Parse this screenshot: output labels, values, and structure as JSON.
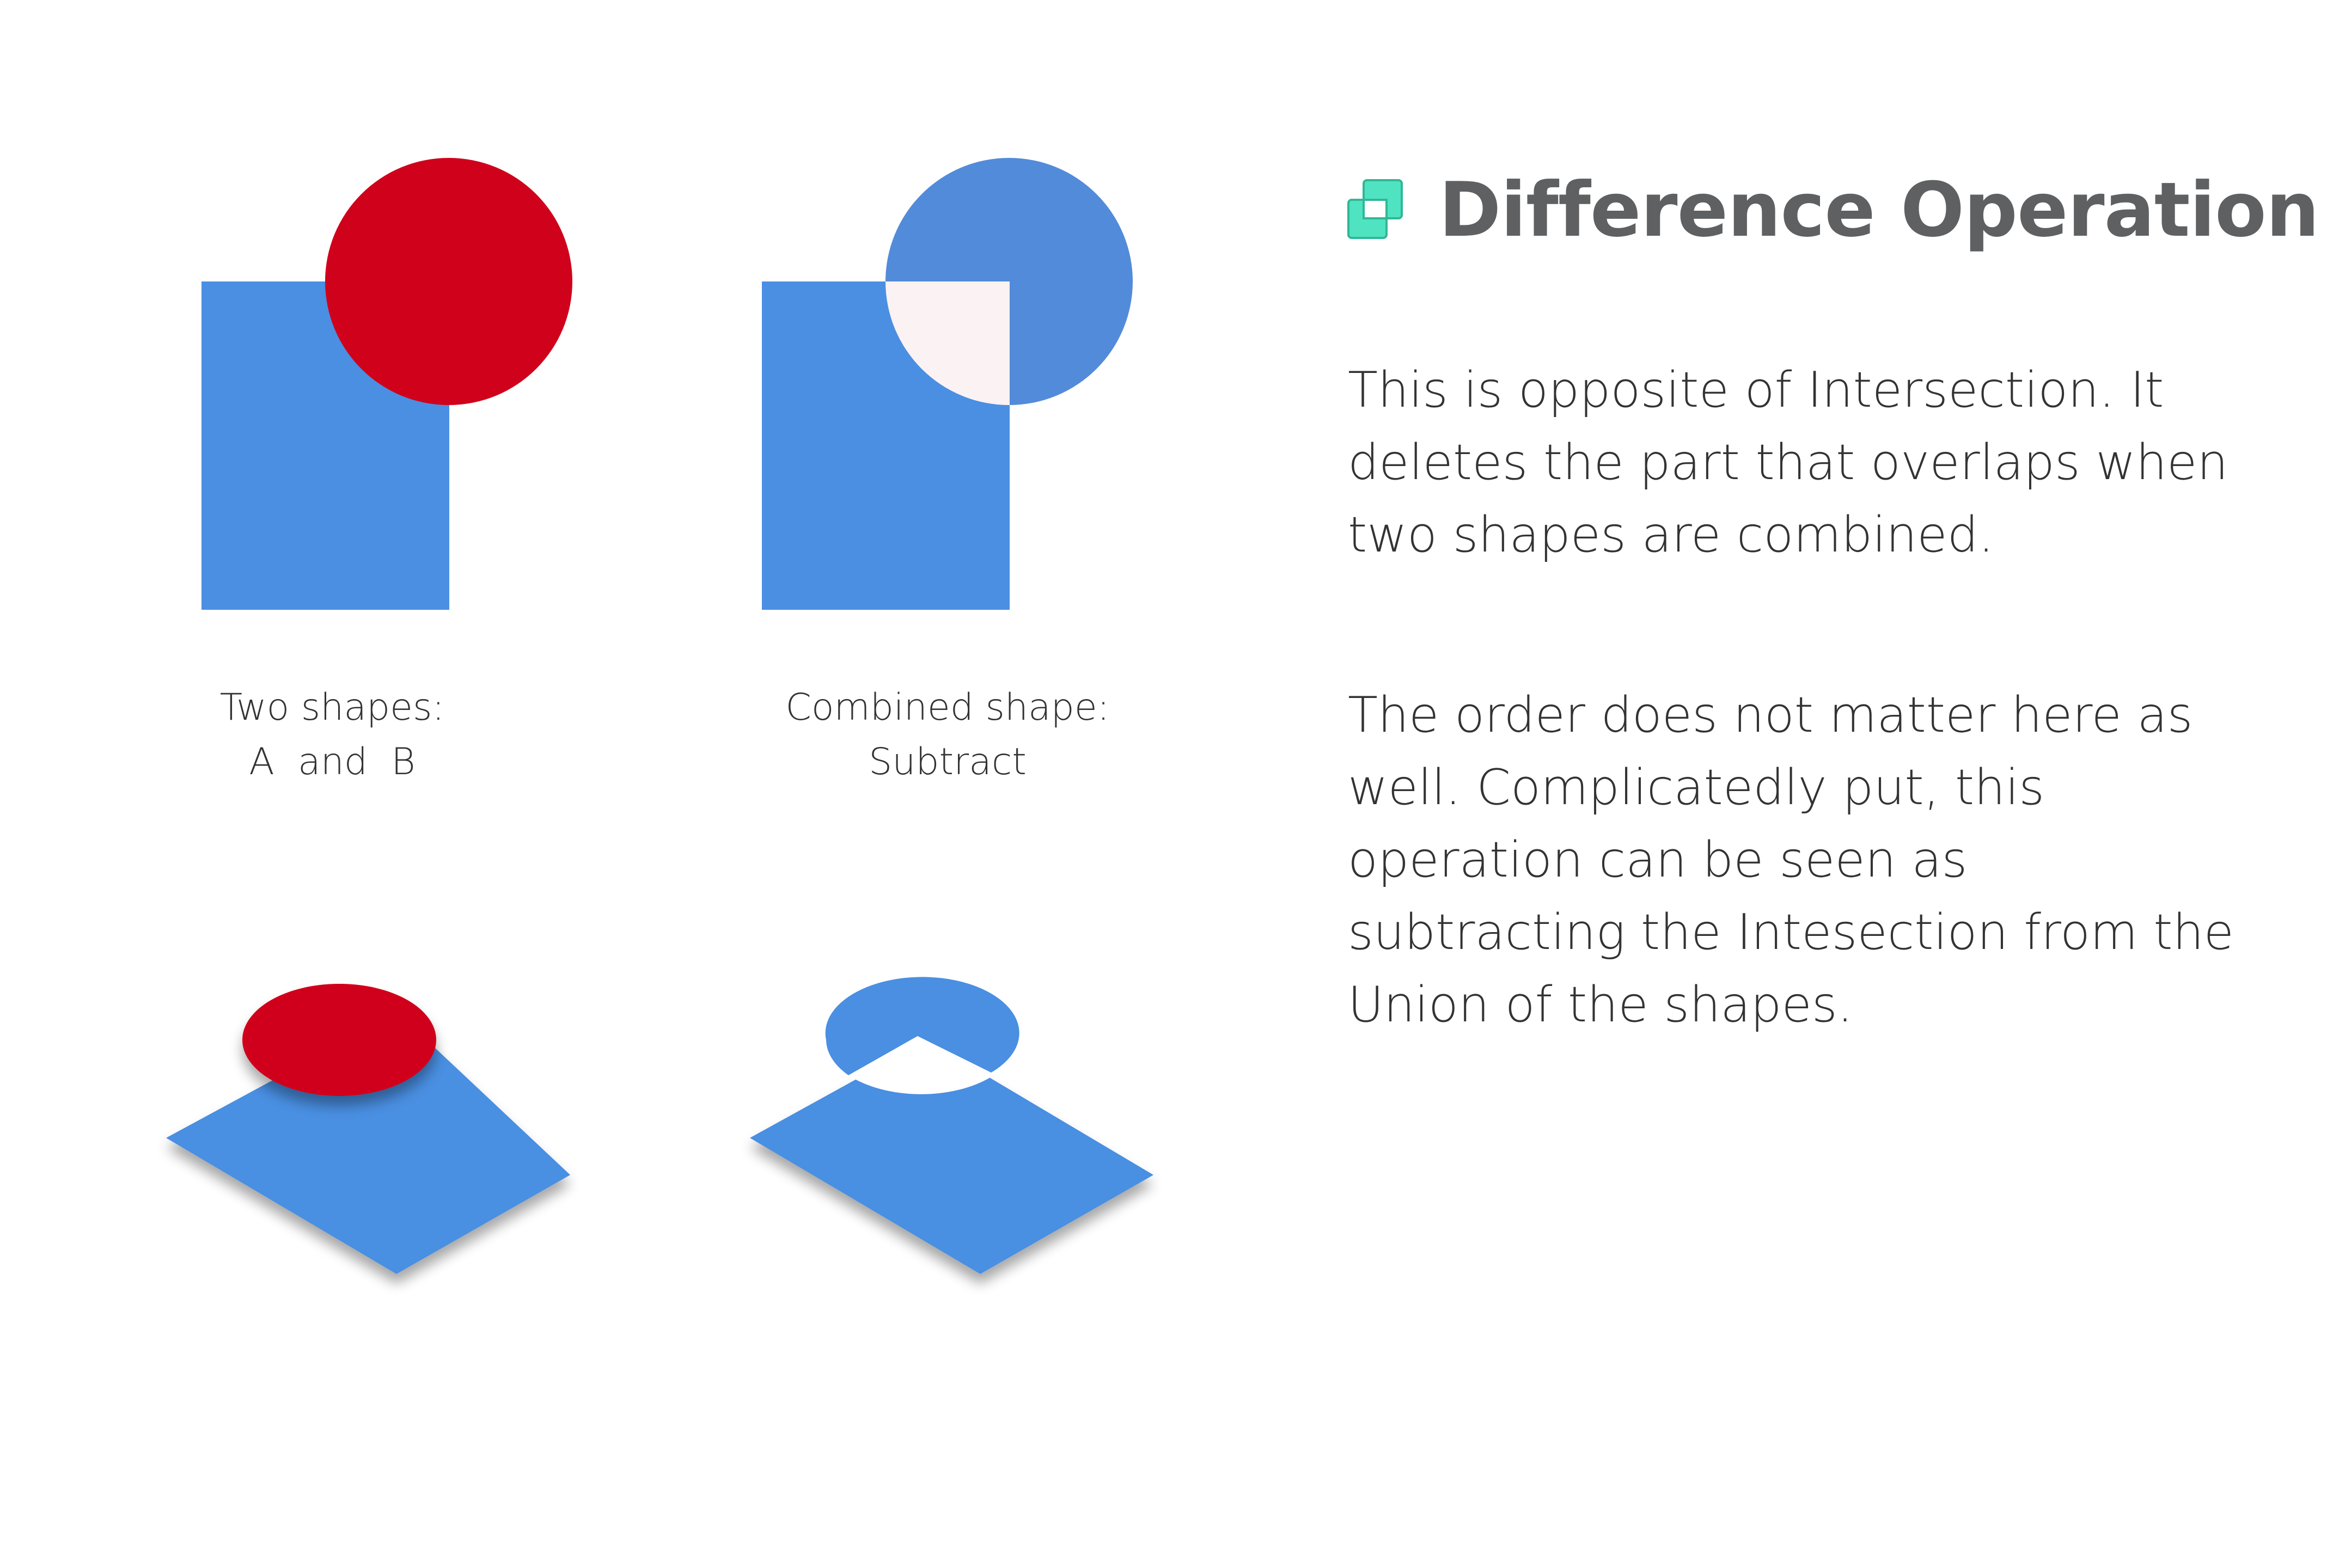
{
  "title": "Difference Operation",
  "colors": {
    "blue": "#4a8fe2",
    "blue_circle": "#528bd9",
    "red": "#d0021b",
    "cutout": "#fbf2f3",
    "title_text": "#5f6062",
    "icon_teal": "#50e3c2"
  },
  "icons": {
    "title_icon": "overlapping-squares-icon"
  },
  "captions": {
    "left": {
      "line1": "Two shapes:",
      "line2": "A  and  B"
    },
    "right": {
      "line1": "Combined shape:",
      "line2": "Subtract"
    }
  },
  "paragraph1": {
    "line1": "This is opposite of Intersection.  It",
    "line2": "deletes the part that overlaps when",
    "line3": "two shapes are combined."
  },
  "paragraph2": {
    "line1": "The order does not matter here as",
    "line2": "well. Complicatedly put, this",
    "line3": "operation can be seen as",
    "line4": "subtracting the Intesection from the",
    "line5": "Union of the shapes."
  }
}
